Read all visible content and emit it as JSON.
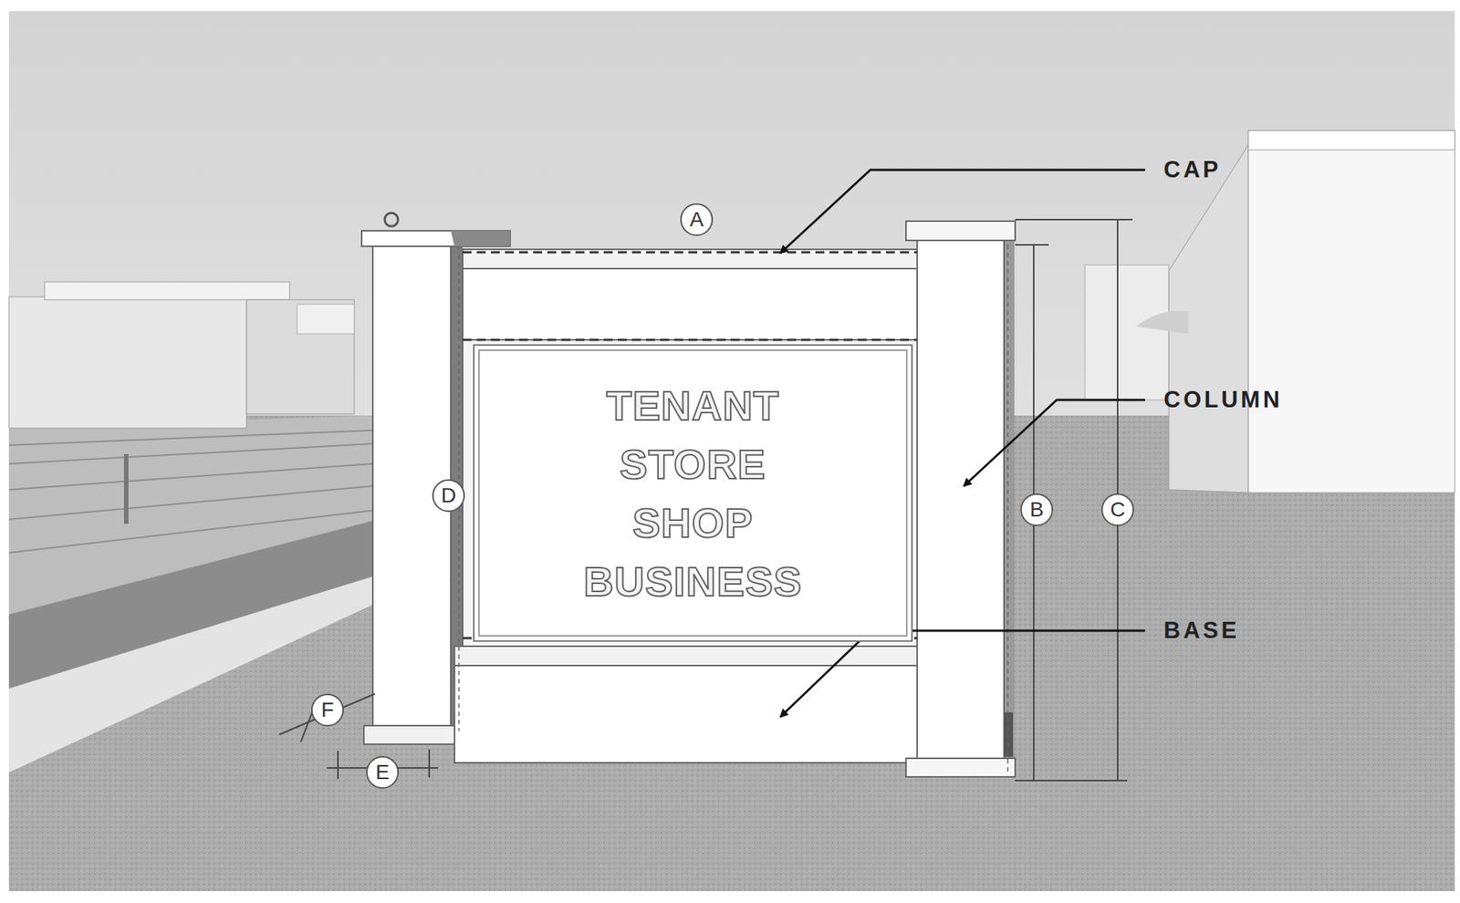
{
  "diagram": {
    "nodes": [
      {
        "text": [
          "A"
        ]
      },
      {
        "text": [
          "TENANT STORE SHOP BUSINESS"
        ]
      },
      {
        "text": [
          "D"
        ]
      },
      {
        "text": [
          "B"
        ]
      },
      {
        "text": [
          "C"
        ]
      },
      {
        "text": [
          "F"
        ]
      },
      {
        "text": [
          "E"
        ]
      }
    ],
    "labels": [
      "CAP",
      "COLUMN",
      "BASE"
    ]
  }
}
